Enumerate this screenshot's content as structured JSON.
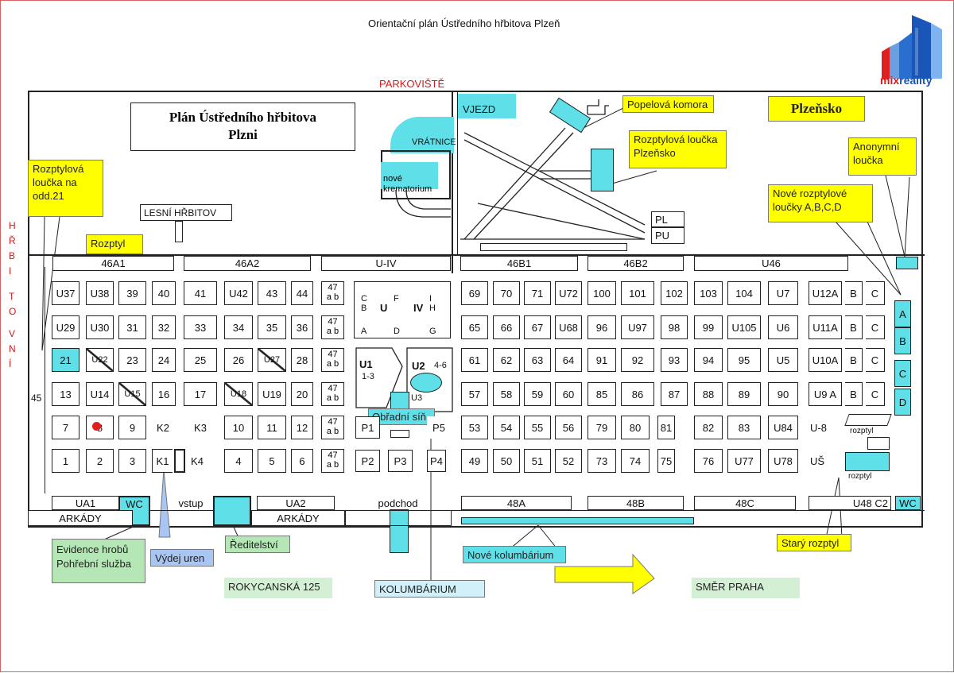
{
  "title": "Orientační plán Ústředního hřbitova Plzeň",
  "logo": {
    "brand": "mixreality",
    "part1": "mix",
    "part2": "reality",
    "icon": "building-logo-icon"
  },
  "top_labels": {
    "parking": "PARKOVIŠTĚ",
    "vjezd": "VJEZD",
    "vratnice": "VRÁTNICE",
    "krematorium": "nové\nkrematorium",
    "lesni": "LESNÍ HŘBITOV"
  },
  "plan_box": {
    "line1": "Plán Ústředního hřbitova",
    "line2": "Plzni"
  },
  "plzensko": "Plzeňsko",
  "side_text": [
    "H",
    "Ř",
    "B",
    "I",
    "T",
    "O",
    "V",
    "N",
    "Í"
  ],
  "side_number": "45",
  "notes": {
    "popelova": "Popelová komora",
    "rozptylova_plzensko": "Rozptylová loučka\nPlzeňsko",
    "anonymni": "Anonymní\nloučka",
    "nove_rozptylove": "Nové rozptylové\nloučky A,B,C,D",
    "rozptylova_21": "Rozptylová\nloučka na\nodd.21",
    "rozptyl": "Rozptyl",
    "evidence": "Evidence hrobů\nPohřební služba",
    "vydej": "Výdej uren",
    "reditelstvi": "Ředitelství",
    "kolumbarium_nove": "Nové kolumbárium",
    "stary": "Starý rozptyl",
    "obradni": "Obřadní síň"
  },
  "bottom_labels": {
    "rokycanska": "ROKYCANSKÁ 125",
    "kolumbarium": "KOLUMBÁRIUM",
    "smer": "SMĚR  PRAHA"
  },
  "bars_top": [
    {
      "label": "46A1"
    },
    {
      "label": "46A2"
    },
    {
      "label": "U-IV"
    },
    {
      "label": "46B1"
    },
    {
      "label": "46B2"
    },
    {
      "label": "U46"
    }
  ],
  "bars_bottom": [
    {
      "label": "UA1"
    },
    {
      "label": "WC"
    },
    {
      "label": "vstup"
    },
    {
      "label": "UA2"
    },
    {
      "label": "podchod"
    },
    {
      "label": "48A"
    },
    {
      "label": "48B"
    },
    {
      "label": "48C"
    },
    {
      "label": "U48 C2"
    },
    {
      "label": "WC"
    }
  ],
  "arkady": [
    "ARKÁDY",
    "ARKÁDY"
  ],
  "pl_labels": [
    "PL",
    "PU"
  ],
  "abcd": [
    "A",
    "B",
    "C",
    "D"
  ],
  "p47": {
    "top": "47",
    "bottom": "a b"
  },
  "cremation_letters": [
    "C",
    "F",
    "I",
    "B",
    "U",
    "IV",
    "H",
    "A",
    "D",
    "G"
  ],
  "u1": {
    "name": "U1",
    "sub": "1-3"
  },
  "u2": {
    "name": "U2",
    "sub": "4-6",
    "u3": "U3"
  },
  "rozptyl_small": [
    "rozptyl",
    "rozptyl"
  ],
  "left_grid": [
    [
      "U37",
      "U38",
      "39",
      "40",
      "41",
      "U42",
      "43",
      "44"
    ],
    [
      "U29",
      "U30",
      "31",
      "32",
      "33",
      "34",
      "35",
      "36"
    ],
    [
      "21",
      "U22",
      "23",
      "24",
      "25",
      "26",
      "U27",
      "28"
    ],
    [
      "13",
      "U14",
      "U15",
      "16",
      "17",
      "U18",
      "U19",
      "20"
    ],
    [
      "7",
      "8",
      "9",
      "K2",
      "K3",
      "10",
      "11",
      "12"
    ],
    [
      "1",
      "2",
      "3",
      "K1",
      "K4",
      "4",
      "5",
      "6"
    ]
  ],
  "right_grid": [
    [
      "69",
      "70",
      "71",
      "U72",
      "100",
      "101",
      "102",
      "103",
      "104",
      "U7",
      "U12A",
      "B",
      "C"
    ],
    [
      "65",
      "66",
      "67",
      "U68",
      "96",
      "U97",
      "98",
      "99",
      "U105",
      "U6",
      "U11A",
      "B",
      "C"
    ],
    [
      "61",
      "62",
      "63",
      "64",
      "91",
      "92",
      "93",
      "94",
      "95",
      "U5",
      "U10A",
      "B",
      "C"
    ],
    [
      "57",
      "58",
      "59",
      "60",
      "85",
      "86",
      "87",
      "88",
      "89",
      "90",
      "U9 A",
      "B",
      "C"
    ],
    [
      "53",
      "54",
      "55",
      "56",
      "79",
      "80",
      "81",
      "82",
      "83",
      "U84",
      "U-8"
    ],
    [
      "49",
      "50",
      "51",
      "52",
      "73",
      "74",
      "75",
      "76",
      "U77",
      "U78",
      "UŠ"
    ]
  ],
  "p_blocks": [
    "P1",
    "P5",
    "P2",
    "P3",
    "P4"
  ]
}
